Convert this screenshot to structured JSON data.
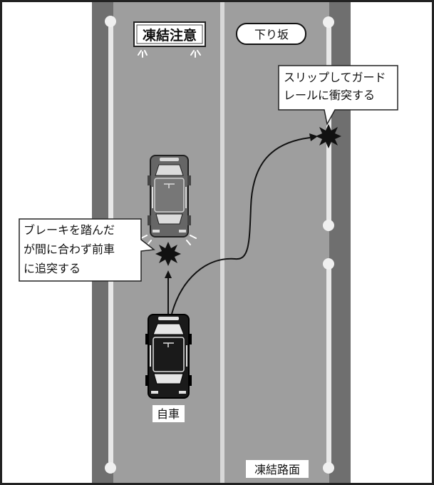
{
  "colors": {
    "background": "#ffffff",
    "road_outer": "#6f6f6f",
    "road_surface": "#9e9e9e",
    "center_line": "#d8d8d8",
    "post": "#e8e8e8",
    "ahead_car": "#666666",
    "own_car": "#1a1a1a",
    "impact": "#111111",
    "frame": "#222222"
  },
  "signs": {
    "ice_warning": "凍結注意",
    "downhill": "下り坂"
  },
  "callouts": {
    "guardrail_crash": [
      "スリップしてガード",
      "レールに衝突する"
    ],
    "rear_end_crash": [
      "ブレーキを踏んだ",
      "が間に合わず前車",
      "に追突する"
    ]
  },
  "labels": {
    "own_car": "自車",
    "road_surface": "凍結路面"
  }
}
